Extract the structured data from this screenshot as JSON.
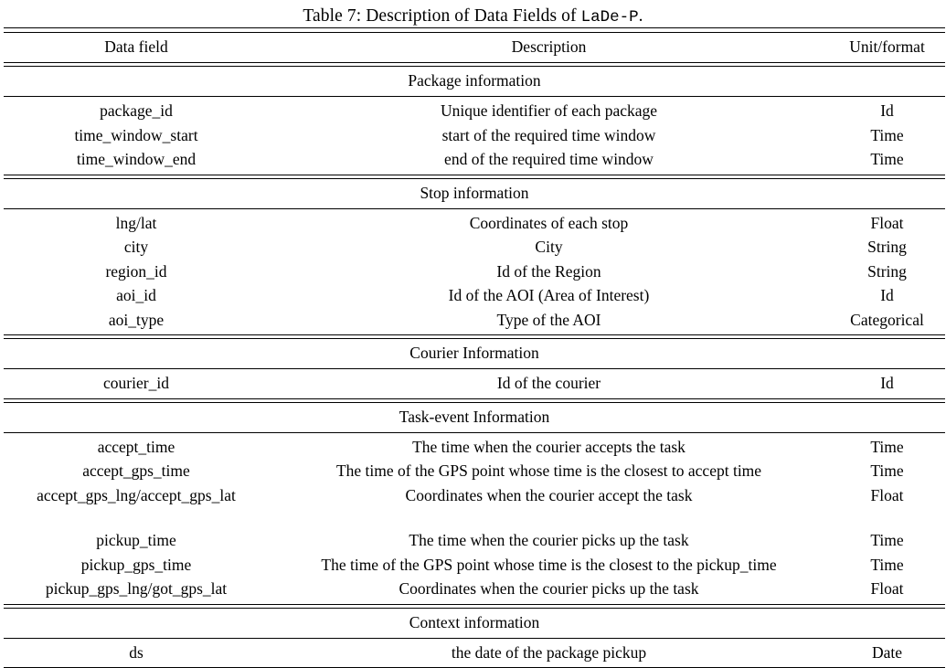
{
  "caption": {
    "prefix": "Table 7: Description of Data Fields of ",
    "dataset": "LaDe-P",
    "suffix": "."
  },
  "table": {
    "columns": [
      "Data field",
      "Description",
      "Unit/format"
    ],
    "sections": [
      {
        "title": "Package information",
        "rows": [
          {
            "field": "package_id",
            "description": "Unique identifier of each package",
            "unit": "Id"
          },
          {
            "field": "time_window_start",
            "description": "start of the required time window",
            "unit": "Time"
          },
          {
            "field": "time_window_end",
            "description": "end of the required time window",
            "unit": "Time"
          }
        ]
      },
      {
        "title": "Stop information",
        "rows": [
          {
            "field": "lng/lat",
            "description": "Coordinates of each stop",
            "unit": "Float"
          },
          {
            "field": "city",
            "description": "City",
            "unit": "String"
          },
          {
            "field": "region_id",
            "description": "Id of the Region",
            "unit": "String"
          },
          {
            "field": "aoi_id",
            "description": "Id of the AOI (Area of Interest)",
            "unit": "Id"
          },
          {
            "field": "aoi_type",
            "description": "Type of the AOI",
            "unit": "Categorical"
          }
        ]
      },
      {
        "title": "Courier Information",
        "rows": [
          {
            "field": "courier_id",
            "description": "Id of the courier",
            "unit": "Id"
          }
        ]
      },
      {
        "title": "Task-event Information",
        "rows": [
          {
            "field": "accept_time",
            "description": "The time when the courier accepts the task",
            "unit": "Time"
          },
          {
            "field": "accept_gps_time",
            "description": "The time of the GPS point whose time is the closest to accept time",
            "unit": "Time"
          },
          {
            "field": "accept_gps_lng/accept_gps_lat",
            "description": "Coordinates when the courier accept the task",
            "unit": "Float"
          },
          {
            "field": "",
            "description": "",
            "unit": "",
            "spacer": true
          },
          {
            "field": "pickup_time",
            "description": "The time when the courier picks up the task",
            "unit": "Time"
          },
          {
            "field": "pickup_gps_time",
            "description": "The time of the GPS point whose time is the closest to the pickup_time",
            "unit": "Time"
          },
          {
            "field": "pickup_gps_lng/got_gps_lat",
            "description": "Coordinates when the courier picks up the task",
            "unit": "Float"
          }
        ]
      },
      {
        "title": "Context information",
        "rows": [
          {
            "field": "ds",
            "description": "the date of the package pickup",
            "unit": "Date"
          }
        ]
      }
    ]
  }
}
